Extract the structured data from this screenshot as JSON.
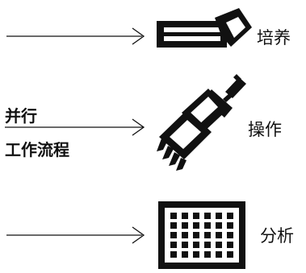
{
  "steps": [
    {
      "id": "culture",
      "label": "培养",
      "icon": "culture-dish-icon"
    },
    {
      "id": "operation",
      "label": "操作",
      "icon": "pipette-rake-icon"
    },
    {
      "id": "analysis",
      "label": "分析",
      "icon": "well-plate-icon"
    }
  ],
  "input_label": {
    "line1": "并行",
    "line2": "工作流程"
  },
  "colors": {
    "ink": "#111111",
    "background": "#ffffff"
  }
}
